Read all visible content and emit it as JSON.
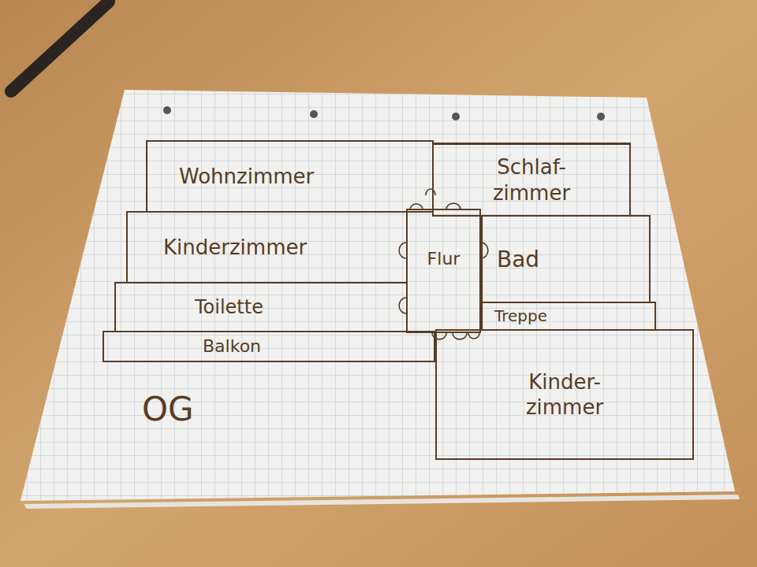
{
  "diagram": {
    "nodes": [
      {
        "text": [
          "Wohnzimmer"
        ]
      },
      {
        "text": [
          "Schlaf- zimmer"
        ]
      },
      {
        "text": [
          "Kinderzimmer"
        ]
      },
      {
        "text": [
          "Flur"
        ]
      },
      {
        "text": [
          "Bad"
        ]
      },
      {
        "text": [
          "Toilette"
        ]
      },
      {
        "text": [
          "Treppe"
        ]
      },
      {
        "text": [
          "Balkon"
        ]
      },
      {
        "text": [
          "Kinder- zimmer"
        ]
      }
    ],
    "labels": [
      "OG"
    ]
  }
}
